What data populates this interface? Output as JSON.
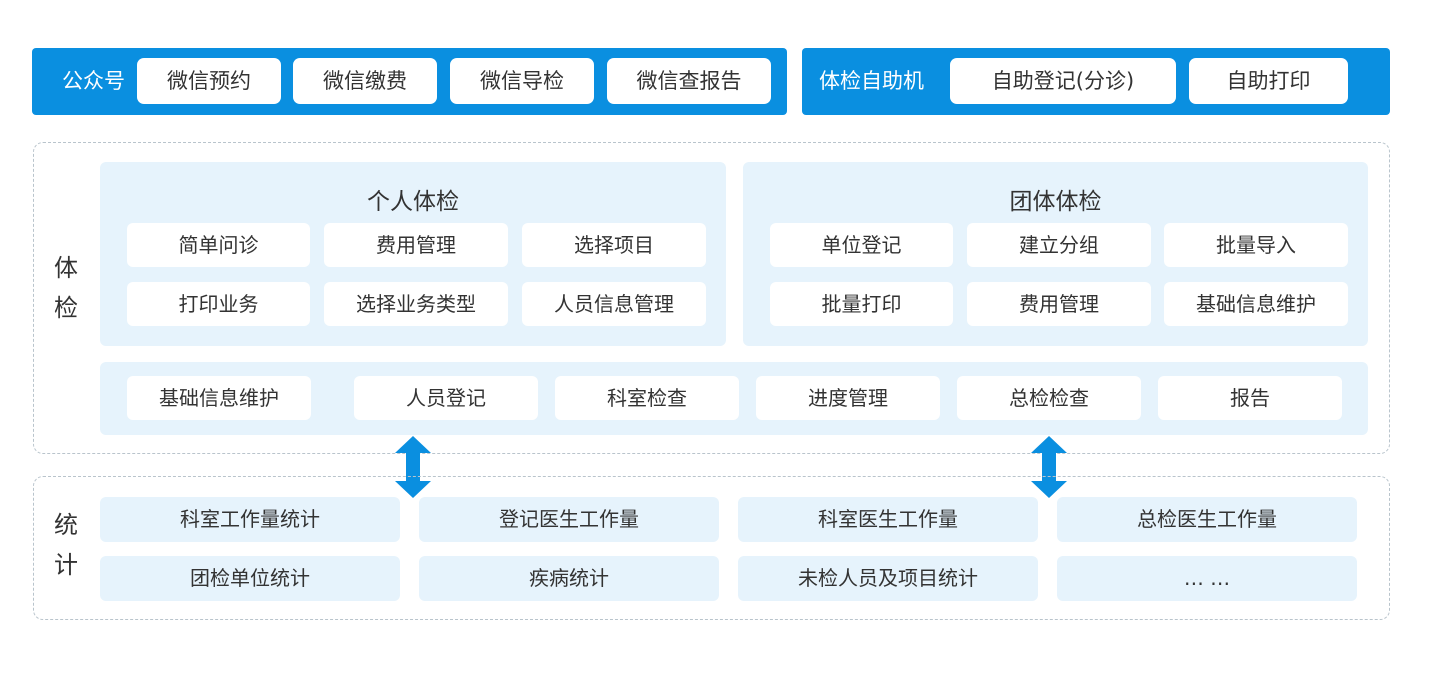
{
  "top_bar_left": {
    "label": "公众号",
    "buttons": [
      "微信预约",
      "微信缴费",
      "微信导检",
      "微信查报告"
    ]
  },
  "top_bar_right": {
    "label": "体检自助机",
    "buttons": [
      "自助登记(分诊)",
      "自助打印"
    ]
  },
  "exam_section": {
    "side_label": "体\n检",
    "personal": {
      "title": "个人体检",
      "items": [
        "简单问诊",
        "费用管理",
        "选择项目",
        "打印业务",
        "选择业务类型",
        "人员信息管理"
      ]
    },
    "group": {
      "title": "团体体检",
      "items": [
        "单位登记",
        "建立分组",
        "批量导入",
        "批量打印",
        "费用管理",
        "基础信息维护"
      ]
    },
    "common": [
      "基础信息维护",
      "人员登记",
      "科室检查",
      "进度管理",
      "总检检查",
      "报告"
    ]
  },
  "stats_section": {
    "side_label": "统\n计",
    "items": [
      "科室工作量统计",
      "登记医生工作量",
      "科室医生工作量",
      "总检医生工作量",
      "团检单位统计",
      "疾病统计",
      "未检人员及项目统计",
      "… …"
    ]
  },
  "colors": {
    "accent": "#0a8fe0",
    "panel": "#e6f3fc",
    "dash": "#b9c4cc"
  }
}
